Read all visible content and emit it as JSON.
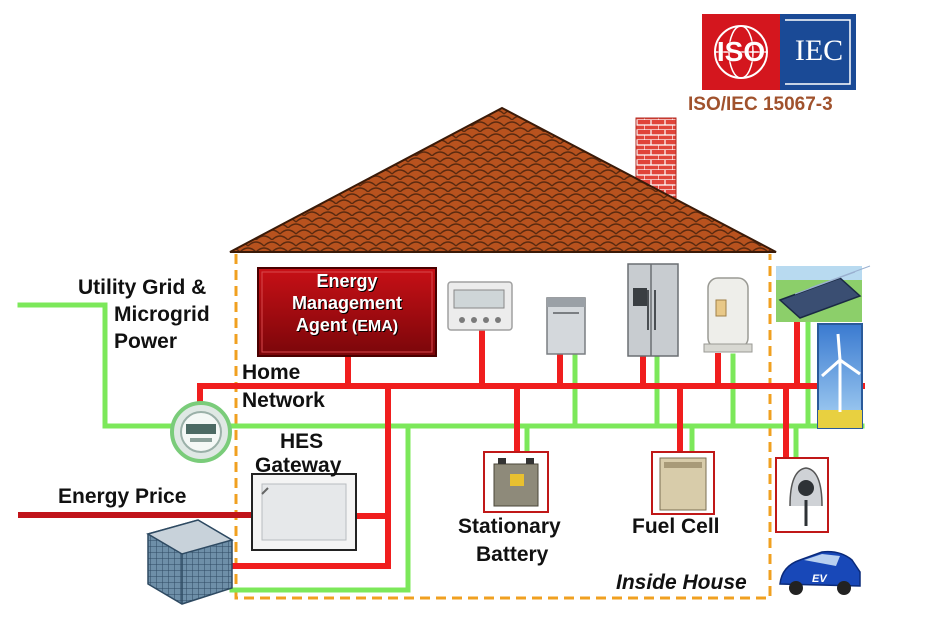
{
  "logo": {
    "iso_text": "ISO",
    "iec_text": "IEC",
    "standard": "ISO/IEC 15067-3"
  },
  "labels": {
    "utility_line1": "Utility Grid &",
    "utility_line2": "Microgrid",
    "utility_line3": "Power",
    "home_network_line1": "Home",
    "home_network_line2": "Network",
    "hes_line1": "HES",
    "hes_line2": "Gateway",
    "energy_price": "Energy Price",
    "stationary_line1": "Stationary",
    "stationary_line2": "Battery",
    "fuel_cell": "Fuel Cell",
    "inside_house": "Inside House"
  },
  "ema": {
    "line1": "Energy",
    "line2": "Management",
    "line3_a": "Agent",
    "line3_b": "(EMA)"
  },
  "colors": {
    "power_line": "#7ce85a",
    "network_line": "#f01e1e",
    "price_line": "#c0141a",
    "roof": "#b8521e",
    "chimney": "#e0443a",
    "house_border": "#f0a020",
    "ema_box": "#a00c10",
    "iso_red": "#d4161e",
    "iec_blue": "#1a4a96",
    "standard_text": "#a0522d"
  }
}
